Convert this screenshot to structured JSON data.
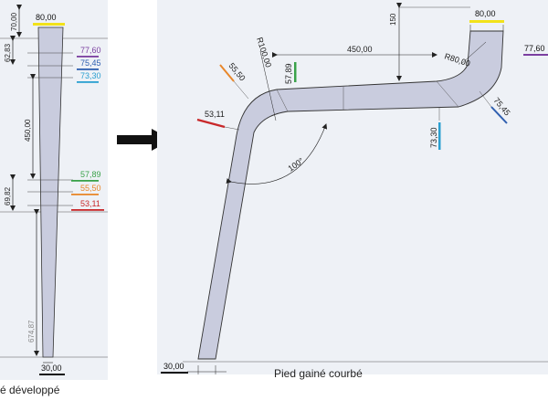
{
  "left_view": {
    "caption": "é développé",
    "top_width": "80,00",
    "bottom_width": "30,00",
    "dims": {
      "d1": "70,00",
      "d2": "62,83",
      "d3": "450,00",
      "d4": "69,82",
      "d5": "674,87"
    },
    "widths": {
      "w1": "77,60",
      "w2": "75,45",
      "w3": "73,30",
      "w4": "57,89",
      "w5": "55,50",
      "w6": "53,11"
    }
  },
  "right_view": {
    "caption": "Pied gainé courbé",
    "top_width": "80,00",
    "bottom_width": "30,00",
    "height_top": "150",
    "horizontal_length": "450,00",
    "radius_left": "R100,00",
    "radius_right": "R80,00",
    "angle": "100°",
    "widths": {
      "w1": "77,60",
      "w2": "75,45",
      "w3": "73,30",
      "w4": "57,89",
      "w5": "55,50",
      "w6": "53,11"
    }
  },
  "marker_colors": {
    "yellow": "#f2e21a",
    "purple": "#7b3fa0",
    "blue": "#2f5fb0",
    "cyan": "#2a9fd0",
    "green": "#3aa24a",
    "orange": "#e8872a",
    "red": "#c8282a",
    "black": "#111111"
  }
}
